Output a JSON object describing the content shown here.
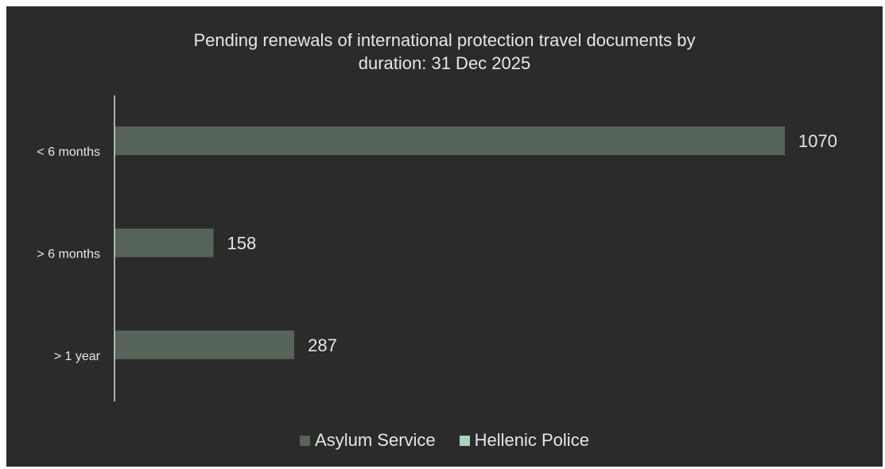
{
  "chart_data": {
    "type": "bar",
    "orientation": "horizontal",
    "title": "Pending renewals of international protection travel documents by duration: 31 Dec 2025",
    "title_lines": [
      "Pending renewals of international protection travel documents by",
      "duration: 31 Dec 2025"
    ],
    "categories": [
      "< 6 months",
      "> 6 months",
      "> 1 year"
    ],
    "series": [
      {
        "name": "Asylum Service",
        "values": [
          1070,
          158,
          287
        ],
        "color": "#56645a"
      },
      {
        "name": "Hellenic Police",
        "values": [
          0,
          0,
          0
        ],
        "color": "#a8d4bc"
      }
    ],
    "xlim": [
      0,
      1070
    ],
    "grid": false,
    "legend_position": "bottom",
    "data_labels": true
  },
  "colors": {
    "background": "#2b2b2b",
    "text": "#e6e6e6",
    "axis": "#d9d9d9"
  }
}
